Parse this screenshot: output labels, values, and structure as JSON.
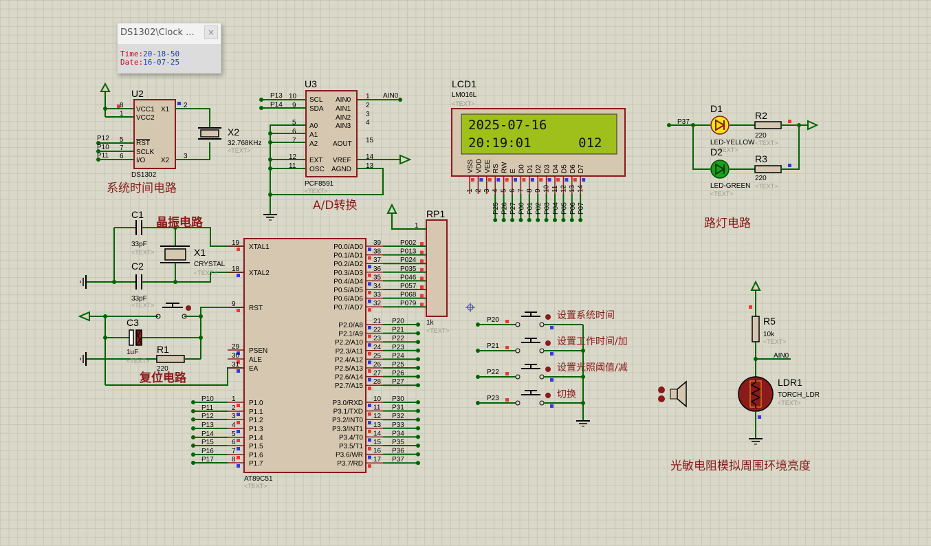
{
  "popup": {
    "title": "DS1302\\Clock ...",
    "close": "×",
    "time_key": "Time:",
    "time_val": "20-18-50",
    "date_key": "Date:",
    "date_val": "16-07-25"
  },
  "labels": {
    "sys_time": "系统时间电路",
    "ad": "A/D转换",
    "crystal": "晶振电路",
    "reset": "复位电路",
    "street": "路灯电路",
    "ldr_desc": "光敏电阻模拟周围环境亮度",
    "btn1": "设置系统时间",
    "btn2": "设置工作时间/加",
    "btn3": "设置光照阈值/减",
    "btn4": "切换"
  },
  "u2": {
    "ref": "U2",
    "part": "DS1302",
    "pins": [
      "VCC1",
      "VCC2",
      "X1",
      "X2",
      "RST",
      "SCLK",
      "I/O"
    ],
    "nums": [
      "8",
      "1",
      "2",
      "3",
      "5",
      "7",
      "6"
    ],
    "nets": [
      "P12",
      "P10",
      "P11"
    ]
  },
  "x2": {
    "ref": "X2",
    "value": "32.768KHz",
    "text": "<TEXT>"
  },
  "u3": {
    "ref": "U3",
    "part": "PCF8591",
    "text": "<TEXT>",
    "left_pins": [
      "SCL",
      "SDA",
      "A0",
      "A1",
      "A2",
      "EXT",
      "OSC"
    ],
    "left_nums": [
      "10",
      "9",
      "5",
      "6",
      "7",
      "12",
      "11"
    ],
    "right_pins": [
      "AIN0",
      "AIN1",
      "AIN2",
      "AIN3",
      "AOUT",
      "VREF",
      "AGND"
    ],
    "right_nums": [
      "1",
      "2",
      "3",
      "4",
      "15",
      "14",
      "13"
    ],
    "nets": [
      "P13",
      "P14",
      "AIN0"
    ]
  },
  "lcd": {
    "ref": "LCD1",
    "part": "LM016L",
    "text": "<TEXT>",
    "line1": "2025-07-16",
    "line2": "20:19:01      012",
    "pins": [
      "VSS",
      "VDD",
      "VEE",
      "RS",
      "RW",
      "E",
      "D0",
      "D1",
      "D2",
      "D3",
      "D4",
      "D5",
      "D6",
      "D7"
    ],
    "nums": [
      "1",
      "2",
      "3",
      "4",
      "5",
      "6",
      "7",
      "8",
      "9",
      "10",
      "11",
      "12",
      "13",
      "14"
    ],
    "nets": [
      "P25",
      "P26",
      "P27",
      "P00",
      "P01",
      "P02",
      "P03",
      "P04",
      "P05",
      "P06",
      "P07"
    ]
  },
  "mcu": {
    "ref": "AT89C51",
    "text": "<TEXT>",
    "left_pins": [
      "XTAL1",
      "XTAL2",
      "RST",
      "PSEN",
      "ALE",
      "EA",
      "P1.0",
      "P1.1",
      "P1.2",
      "P1.3",
      "P1.4",
      "P1.5",
      "P1.6",
      "P1.7"
    ],
    "left_nums": [
      "19",
      "18",
      "9",
      "29",
      "30",
      "31",
      "1",
      "2",
      "3",
      "4",
      "5",
      "6",
      "7",
      "8"
    ],
    "left_nets": [
      "P10",
      "P11",
      "P12",
      "P13",
      "P14",
      "P15",
      "P16",
      "P17"
    ],
    "right_pins": [
      "P0.0/AD0",
      "P0.1/AD1",
      "P0.2/AD2",
      "P0.3/AD3",
      "P0.4/AD4",
      "P0.5/AD5",
      "P0.6/AD6",
      "P0.7/AD7",
      "P2.0/A8",
      "P2.1/A9",
      "P2.2/A10",
      "P2.3/A11",
      "P2.4/A12",
      "P2.5/A13",
      "P2.6/A14",
      "P2.7/A15",
      "P3.0/RXD",
      "P3.1/TXD",
      "P3.2/INT0",
      "P3.3/INT1",
      "P3.4/T0",
      "P3.5/T1",
      "P3.6/WR",
      "P3.7/RD"
    ],
    "right_nums": [
      "39",
      "38",
      "37",
      "36",
      "35",
      "34",
      "33",
      "32",
      "21",
      "22",
      "23",
      "24",
      "25",
      "26",
      "27",
      "28",
      "10",
      "11",
      "12",
      "13",
      "14",
      "15",
      "16",
      "17"
    ],
    "right_nets": [
      "P002",
      "P013",
      "P024",
      "P035",
      "P046",
      "P057",
      "P068",
      "P079",
      "P20",
      "P21",
      "P22",
      "P23",
      "P24",
      "P25",
      "P26",
      "P27",
      "P30",
      "P31",
      "P32",
      "P33",
      "P34",
      "P35",
      "P36",
      "P37"
    ]
  },
  "rp1": {
    "ref": "RP1",
    "value": "1k",
    "text": "<TEXT>",
    "pin": "1"
  },
  "c1": {
    "ref": "C1",
    "value": "33pF",
    "text": "<TEXT>"
  },
  "c2": {
    "ref": "C2",
    "value": "33pF",
    "text": "<TEXT>"
  },
  "c3": {
    "ref": "C3",
    "value": "1uF",
    "text": "<TEXT>"
  },
  "x1": {
    "ref": "X1",
    "value": "CRYSTAL",
    "text": "<TEXT>"
  },
  "r1": {
    "ref": "R1",
    "value": "220",
    "text": "<TEXT>"
  },
  "d1": {
    "ref": "D1",
    "value": "LED-YELLOW",
    "text": "<TEXT>"
  },
  "d2": {
    "ref": "D2",
    "value": "LED-GREEN",
    "text": "<TEXT>"
  },
  "r2": {
    "ref": "R2",
    "value": "220",
    "text": "<TEXT>"
  },
  "r3": {
    "ref": "R3",
    "value": "220",
    "text": "<TEXT>"
  },
  "r5": {
    "ref": "R5",
    "value": "10k",
    "text": "<TEXT>"
  },
  "ldr": {
    "ref": "LDR1",
    "value": "TORCH_LDR",
    "text": "<TEXT>",
    "net": "AIN0"
  },
  "led_net": "P37",
  "btn_nets": [
    "P20",
    "P21",
    "P22",
    "P23"
  ]
}
